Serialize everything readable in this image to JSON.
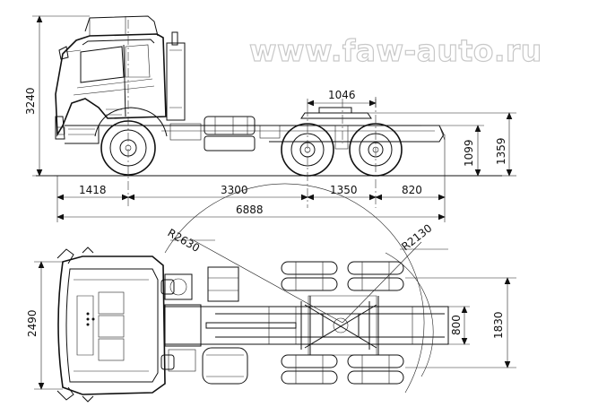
{
  "watermark": "www.faw-auto.ru",
  "side_view": {
    "overall_height": "3240",
    "fifth_wheel_to_rear_axle": "1046",
    "fifth_wheel_height": "1099",
    "frame_height": "1359",
    "front_overhang": "1418",
    "wheelbase_front": "3300",
    "rear_axle_spacing": "1350",
    "rear_overhang": "820",
    "overall_length": "6888"
  },
  "top_view": {
    "front_turn_radius": "R2630",
    "rear_turn_radius": "R2130",
    "cab_width": "2490",
    "frame_width": "800",
    "rear_track_width": "1830"
  }
}
